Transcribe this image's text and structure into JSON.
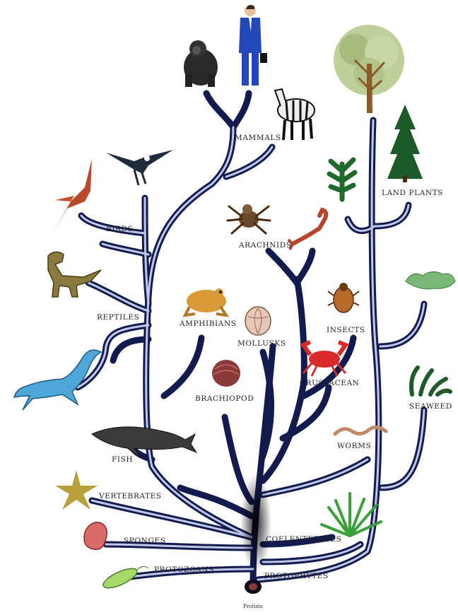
{
  "diagram": {
    "root_label": "Protists",
    "labels": {
      "mammals": "MAMMALS",
      "birds": "BIRDS",
      "reptiles": "REPTILES",
      "amphibians": "AMPHIBIANS",
      "fish": "FISH",
      "vertebrates": "VERTEBRATES",
      "sponges": "SPONGES",
      "protozoans": "PROTOZOANS",
      "brachiopod": "BRACHIOPOD",
      "mollusks": "MOLLUSKS",
      "arachnids": "ARACHNIDS",
      "insects": "INSECTS",
      "crustacean": "CRUSTACEAN",
      "worms": "WORMS",
      "coelenterates": "COELENTERATES",
      "protophytes": "PROTOPHYTES",
      "land_plants": "LAND PLANTS",
      "seaweed": "SEAWEED"
    },
    "colors": {
      "branch_dark": "#131a4e",
      "branch_light": "#c9d3f0",
      "trunk_core": "#0e0e1e"
    },
    "icons": [
      "gorilla-icon",
      "man-in-suit-icon",
      "zebra-icon",
      "tree-icon",
      "pine-tree-icon",
      "fern-icon",
      "pterosaur-icon",
      "eagle-icon",
      "dinosaur-icon",
      "plesiosaur-icon",
      "frog-icon",
      "shell-icon",
      "brachiopod-icon",
      "spider-icon",
      "scorpion-icon",
      "beetle-icon",
      "crab-icon",
      "worm-icon",
      "whale-icon",
      "starfish-icon",
      "sponge-icon",
      "euglena-icon",
      "sea-anemone-icon",
      "moss-icon",
      "seaweed-icon"
    ]
  }
}
